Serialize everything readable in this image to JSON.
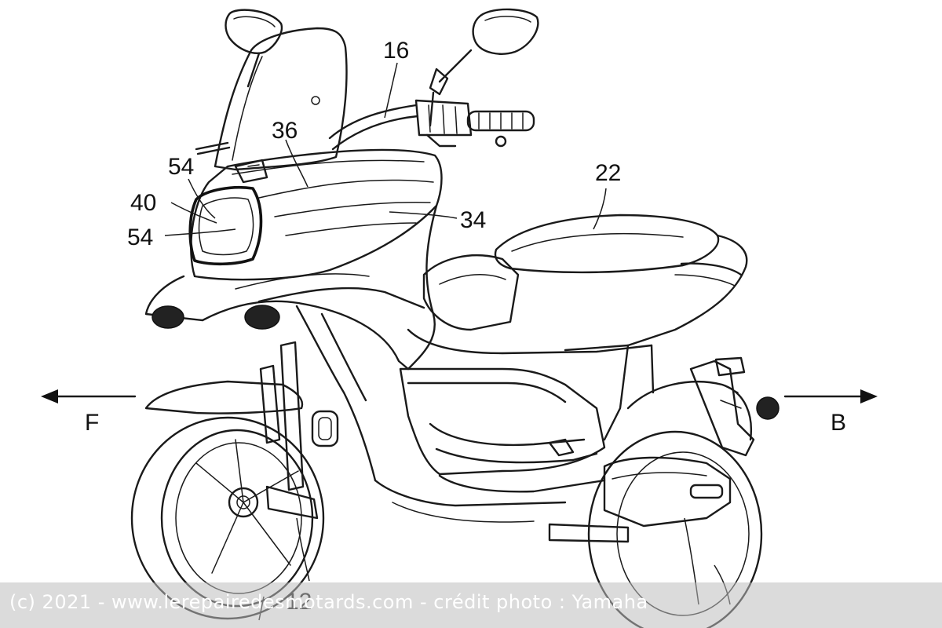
{
  "figure": {
    "direction_front": "F",
    "direction_back": "B",
    "reference_numerals": {
      "n16": "16",
      "n36": "36",
      "n54_upper": "54",
      "n40": "40",
      "n54_lower": "54",
      "n34": "34",
      "n22": "22",
      "n12": "12"
    }
  },
  "watermark": {
    "text": "(c) 2021 - www.lerepairedesmotards.com  - crédit photo : Yamaha"
  }
}
